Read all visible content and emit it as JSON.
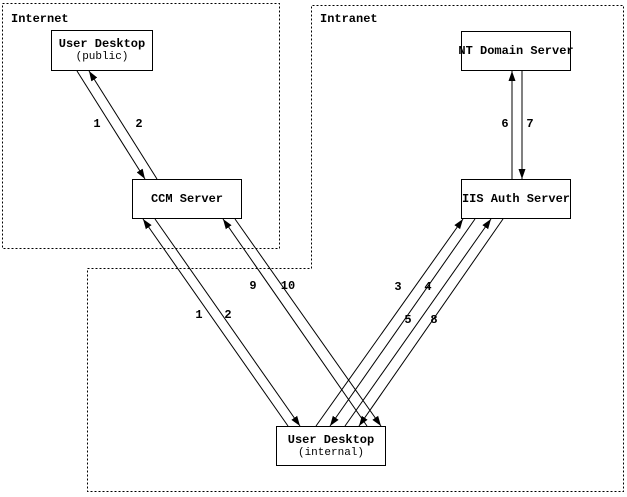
{
  "zones": {
    "internet": {
      "label": "Internet"
    },
    "intranet": {
      "label": "Intranet"
    }
  },
  "nodes": {
    "ud_public": {
      "label": "User Desktop",
      "sublabel": "(public)"
    },
    "ccm": {
      "label": "CCM Server"
    },
    "nt_domain": {
      "label": "NT Domain Server"
    },
    "iis_auth": {
      "label": "IIS Auth Server"
    },
    "ud_internal": {
      "label": "User Desktop",
      "sublabel": "(internal)"
    }
  },
  "flows": [
    {
      "label": "1",
      "from": "User Desktop (public)",
      "to": "CCM Server"
    },
    {
      "label": "2",
      "from": "CCM Server",
      "to": "User Desktop (public)"
    },
    {
      "label": "1",
      "from": "User Desktop (internal)",
      "to": "CCM Server"
    },
    {
      "label": "2",
      "from": "CCM Server",
      "to": "User Desktop (internal)"
    },
    {
      "label": "3",
      "from": "User Desktop (internal)",
      "to": "IIS Auth Server"
    },
    {
      "label": "4",
      "from": "IIS Auth Server",
      "to": "User Desktop (internal)"
    },
    {
      "label": "5",
      "from": "User Desktop (internal)",
      "to": "IIS Auth Server"
    },
    {
      "label": "8",
      "from": "IIS Auth Server",
      "to": "User Desktop (internal)"
    },
    {
      "label": "9",
      "from": "User Desktop (internal)",
      "to": "CCM Server"
    },
    {
      "label": "10",
      "from": "CCM Server",
      "to": "User Desktop (internal)"
    },
    {
      "label": "6",
      "from": "IIS Auth Server",
      "to": "NT Domain Server"
    },
    {
      "label": "7",
      "from": "NT Domain Server",
      "to": "IIS Auth Server"
    }
  ],
  "colors": {
    "line": "#000000",
    "background": "#ffffff"
  }
}
